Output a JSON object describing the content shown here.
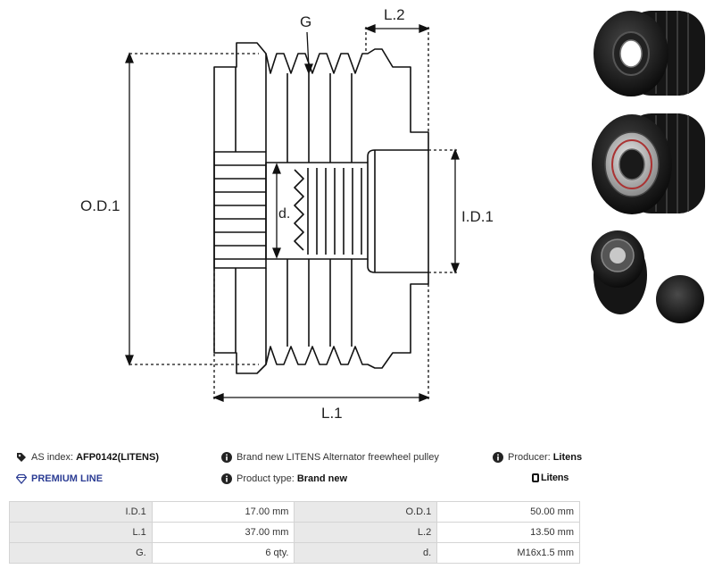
{
  "drawing": {
    "labels": {
      "g": "G",
      "l2": "L.2",
      "od1": "O.D.1",
      "id1": "I.D.1",
      "d": "d.",
      "l1": "L.1"
    }
  },
  "info": {
    "as_index_label": "AS index:",
    "as_index_value": "AFP0142(LITENS)",
    "description": "Brand new LITENS Alternator freewheel pulley",
    "producer_label": "Producer:",
    "producer_value": "Litens",
    "premium_line": "PREMIUM LINE",
    "product_type_label": "Product type:",
    "product_type_value": "Brand new",
    "brand_logo_text": "Litens"
  },
  "specs": {
    "rows": [
      {
        "l1": "I.D.1",
        "v1": "17.00 mm",
        "l2": "O.D.1",
        "v2": "50.00 mm"
      },
      {
        "l1": "L.1",
        "v1": "37.00 mm",
        "l2": "L.2",
        "v2": "13.50 mm"
      },
      {
        "l1": "G.",
        "v1": "6 qty.",
        "l2": "d.",
        "v2": "M16x1.5 mm"
      }
    ]
  }
}
